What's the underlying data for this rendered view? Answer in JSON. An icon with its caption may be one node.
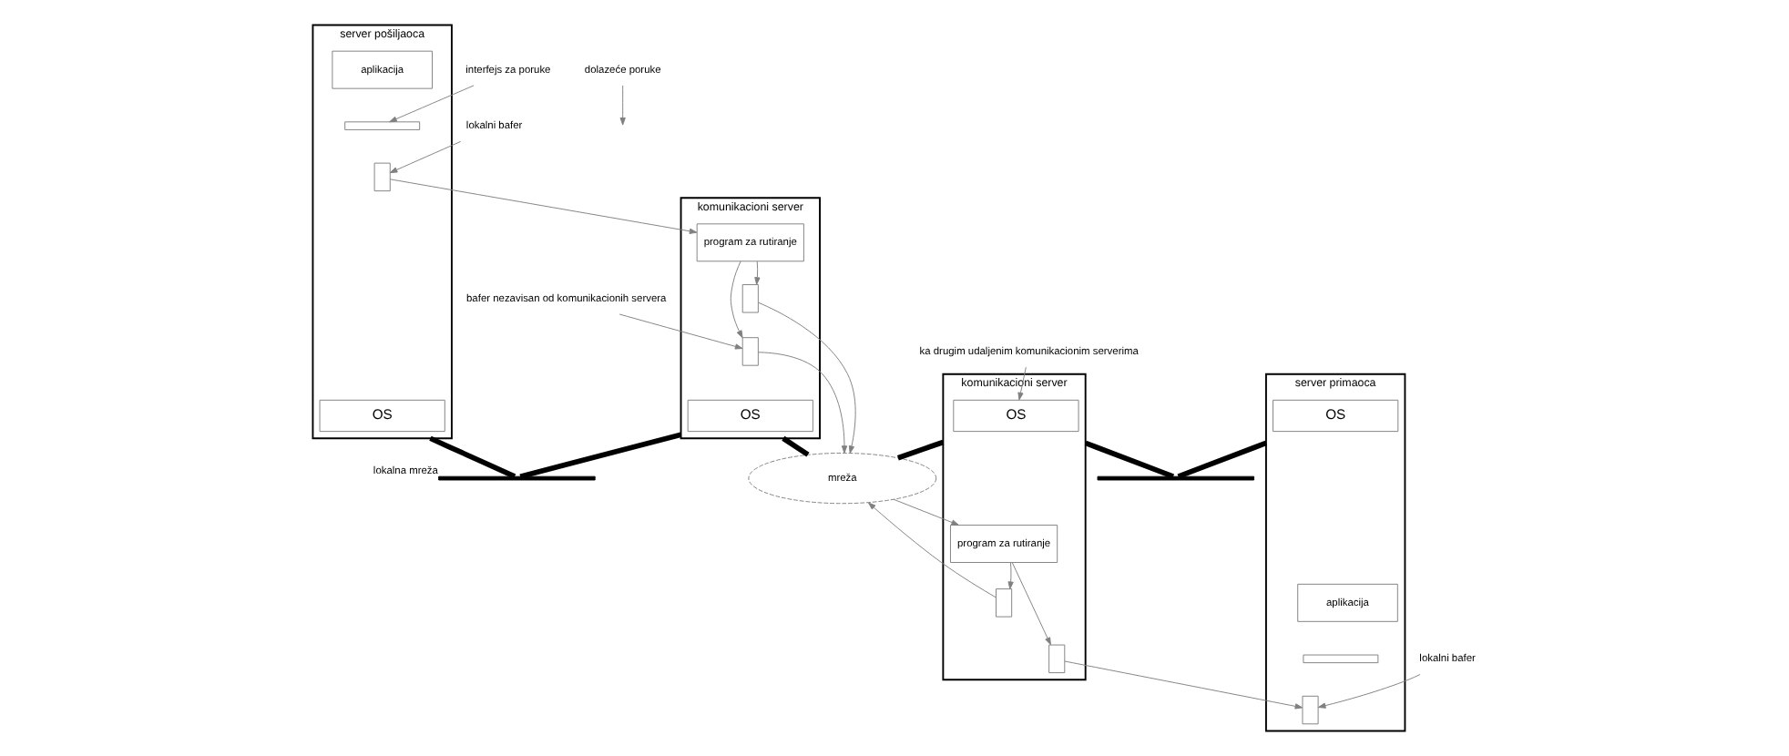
{
  "diagram": {
    "nodes": [
      {
        "text": [
          "server pošiljaoca"
        ]
      },
      {
        "text": [
          "aplikacija"
        ],
        "in": 0
      },
      {
        "text": [],
        "shape": "bar",
        "in": 0
      },
      {
        "text": [],
        "shape": "box",
        "in": 0
      },
      {
        "text": [
          "OS"
        ],
        "in": 0
      },
      {
        "text": [
          "komunikacioni server"
        ]
      },
      {
        "text": [
          "program za rutiranje"
        ],
        "in": 5
      },
      {
        "text": [],
        "shape": "box",
        "in": 5
      },
      {
        "text": [],
        "shape": "box",
        "in": 5
      },
      {
        "text": [
          "OS"
        ],
        "in": 5
      },
      {
        "text": [
          "komunikacioni server"
        ]
      },
      {
        "text": [
          "program za rutiranje"
        ],
        "in": 10
      },
      {
        "text": [],
        "shape": "box",
        "in": 10
      },
      {
        "text": [],
        "shape": "box",
        "in": 10
      },
      {
        "text": [
          "OS"
        ],
        "in": 10
      },
      {
        "text": [
          "server primaoca"
        ]
      },
      {
        "text": [
          "aplikacija"
        ],
        "in": 15
      },
      {
        "text": [],
        "shape": "bar",
        "in": 15
      },
      {
        "text": [],
        "shape": "box",
        "in": 15
      },
      {
        "text": [
          "OS"
        ],
        "in": 15
      },
      {
        "text": [],
        "shape": "bar",
        "beside": [
          "lokalna mreža"
        ]
      },
      {
        "text": [],
        "shape": "bar"
      },
      {
        "text": [
          "mreža"
        ]
      },
      {
        "text": [
          "interfejs za poruke"
        ]
      },
      {
        "text": [
          "lokalni bafer"
        ]
      },
      {
        "text": [
          "bafer nezavisan od komunikacionih servera"
        ]
      },
      {
        "text": [
          "ka drugim udaljenim komunikacionim serverima"
        ]
      },
      {
        "text": [
          "dolazeće poruke"
        ]
      },
      {
        "text": [
          "lokalni bafer"
        ]
      }
    ],
    "edges": [
      {
        "from": 3,
        "to": 6,
        "arrow": "to"
      },
      {
        "from": 6,
        "to": 7,
        "arrow": "to"
      },
      {
        "from": 6,
        "to": 8,
        "arrow": "to"
      },
      {
        "from": 7,
        "to": 22,
        "arrow": "to"
      },
      {
        "from": 8,
        "to": 22,
        "arrow": "to"
      },
      {
        "from": 22,
        "to": 11,
        "arrow": "to"
      },
      {
        "from": 11,
        "to": 12,
        "arrow": "to"
      },
      {
        "from": 11,
        "to": 13,
        "arrow": "to"
      },
      {
        "from": 12,
        "to": 22,
        "arrow": "to"
      },
      {
        "from": 13,
        "to": 18,
        "arrow": "to"
      },
      {
        "from": 0,
        "to": 20,
        "arrow": "none",
        "style": "thick",
        "color": "#000000"
      },
      {
        "from": 5,
        "to": 20,
        "arrow": "none",
        "style": "thick",
        "color": "#000000"
      },
      {
        "from": 5,
        "to": 22,
        "arrow": "none",
        "style": "thick",
        "color": "#000000"
      },
      {
        "from": 10,
        "to": 22,
        "arrow": "none",
        "style": "thick",
        "color": "#000000"
      },
      {
        "from": 10,
        "to": 21,
        "arrow": "none",
        "style": "thick",
        "color": "#000000"
      },
      {
        "from": 15,
        "to": 21,
        "arrow": "none",
        "style": "thick",
        "color": "#000000"
      },
      {
        "from": 23,
        "to": 2,
        "arrow": "to"
      },
      {
        "from": 24,
        "to": 3,
        "arrow": "to"
      },
      {
        "from": 25,
        "to": 8,
        "arrow": "to"
      },
      {
        "from": 26,
        "to": 14,
        "arrow": "to"
      },
      {
        "from": 27,
        "to": null,
        "arrow": "to"
      },
      {
        "from": 28,
        "to": 18,
        "arrow": "to"
      }
    ]
  }
}
